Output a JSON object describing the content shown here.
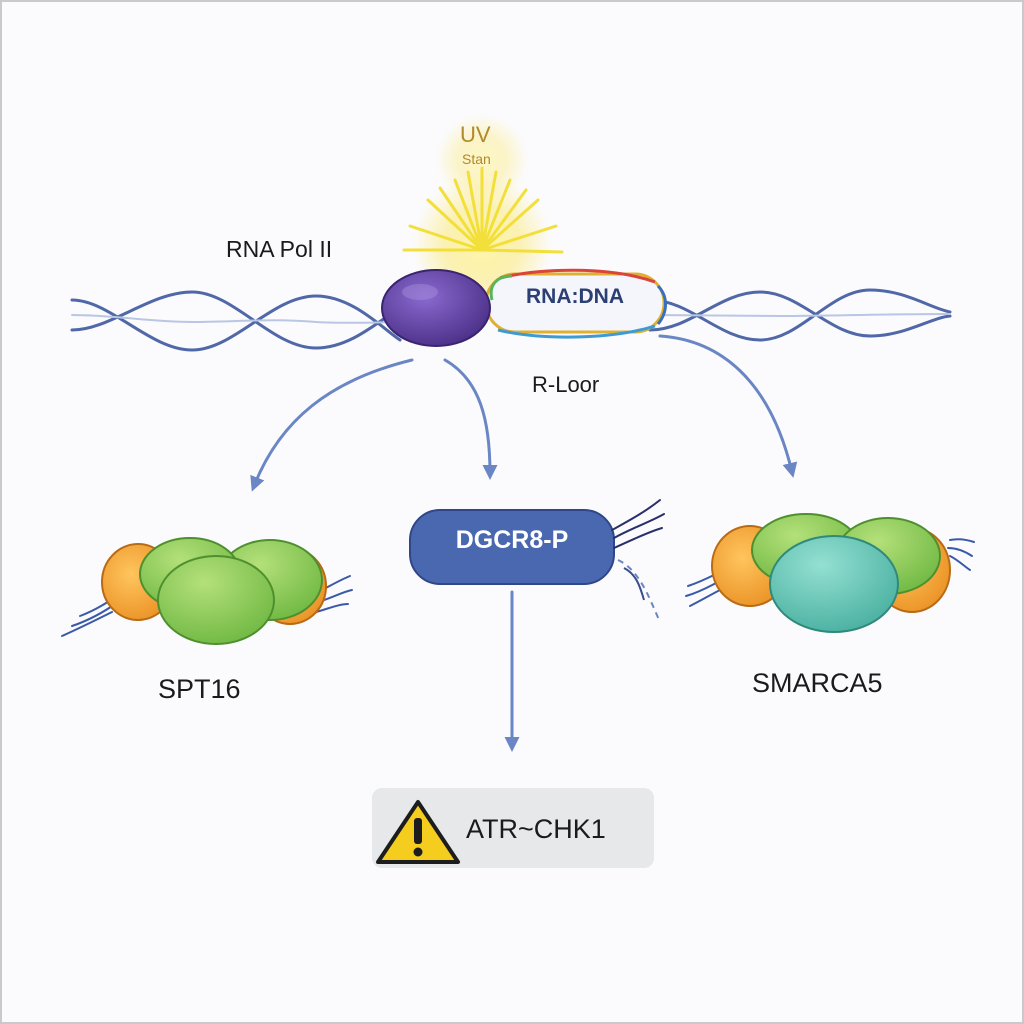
{
  "diagram": {
    "uv": {
      "title": "UV",
      "subtitle": "Stan"
    },
    "rna_pol_label": "RNA Pol II",
    "hybrid_label": "RNA:DNA",
    "rloop_label": "R-Loor",
    "dgcr8_label": "DGCR8-P",
    "spt16_label": "SPT16",
    "smarca5_label": "SMARCA5",
    "checkpoint_label": "ATR~CHK1",
    "colors": {
      "dna_strand": "#5068a8",
      "arrow": "#6a86c4",
      "rna_pol": "#5a3e9a",
      "sun": "#f7ea5a",
      "dgcr8": "#4a68b0",
      "histone_outer": "#f2a63a",
      "histone_green": "#8fcf5c",
      "smarca5_core": "#63c7b7",
      "warning": "#f5cd1f"
    }
  }
}
